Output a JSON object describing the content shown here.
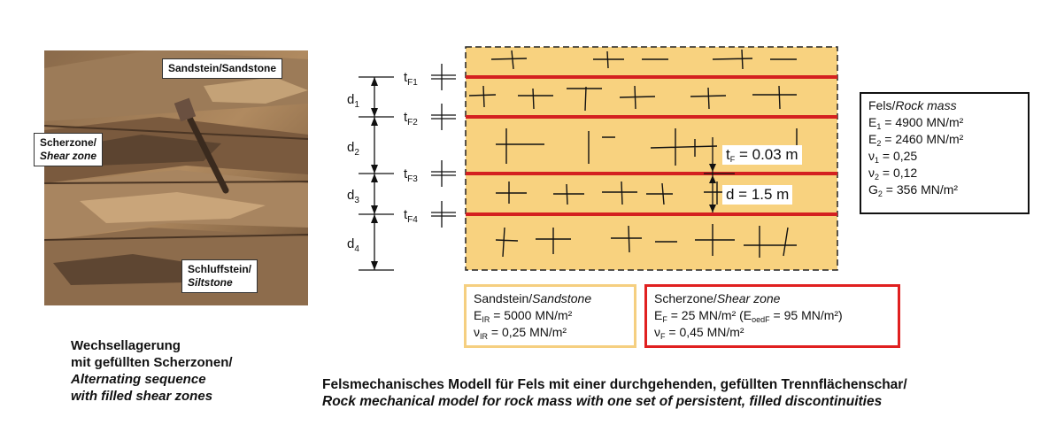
{
  "photo": {
    "callouts": {
      "sandstone": "Sandstein/Sandstone",
      "shear_de": "Scherzone/",
      "shear_en": "Shear zone",
      "silt_de": "Schluffstein/",
      "silt_en": "Siltstone"
    }
  },
  "caption_left": {
    "line1": "Wechsellagerung",
    "line2": "mit gefüllten Scherzonen/",
    "line3": "Alternating sequence",
    "line4": "with filled shear zones"
  },
  "caption_bottom": {
    "line1": "Felsmechanisches Modell für Fels mit einer durchgehenden, gefüllten Trennflächenschar/",
    "line2": "Rock mechanical model for rock mass with one set of persistent, filled discontinuities"
  },
  "model": {
    "d_labels": [
      "d",
      "d",
      "d",
      "d"
    ],
    "d_subs": [
      "1",
      "2",
      "3",
      "4"
    ],
    "t_labels": [
      "t",
      "t",
      "t",
      "t"
    ],
    "t_subs": [
      "F1",
      "F2",
      "F3",
      "F4"
    ],
    "tf_value": "t",
    "tf_sub": "F",
    "tf_rest": " = 0.03 m",
    "d_value": "d = 1.5 m",
    "colors": {
      "rock": "#f8d27f",
      "shear": "#d42020",
      "sand_border": "#f5cf80",
      "shear_border": "#e02020"
    }
  },
  "rock_mass": {
    "title_de": "Fels/",
    "title_en": "Rock mass",
    "e1_sym": "E",
    "e1_sub": "1",
    "e1_val": " = 4900 MN/m²",
    "e2_sym": "E",
    "e2_sub": "2",
    "e2_val": " = 2460 MN/m²",
    "n1_sym": "ν",
    "n1_sub": "1",
    "n1_val": " = 0,25",
    "n2_sym": "ν",
    "n2_sub": "2",
    "n2_val": " = 0,12",
    "g2_sym": "G",
    "g2_sub": "2",
    "g2_val": " = 356 MN/m²"
  },
  "sandstone": {
    "title_de": "Sandstein/",
    "title_en": "Sandstone",
    "e_sym": "E",
    "e_sub": "IR",
    "e_val": " = 5000 MN/m²",
    "n_sym": "ν",
    "n_sub": "IR",
    "n_val": " = 0,25 MN/m²"
  },
  "shearzone": {
    "title_de": "Scherzone/",
    "title_en": "Shear zone",
    "e_sym": "E",
    "e_sub": "F",
    "e_val": " = 25 MN/m² (E",
    "e_sub2": "oedF",
    "e_val2": " = 95 MN/m²)",
    "n_sym": "ν",
    "n_sub": "F",
    "n_val": " = 0,45 MN/m²"
  }
}
